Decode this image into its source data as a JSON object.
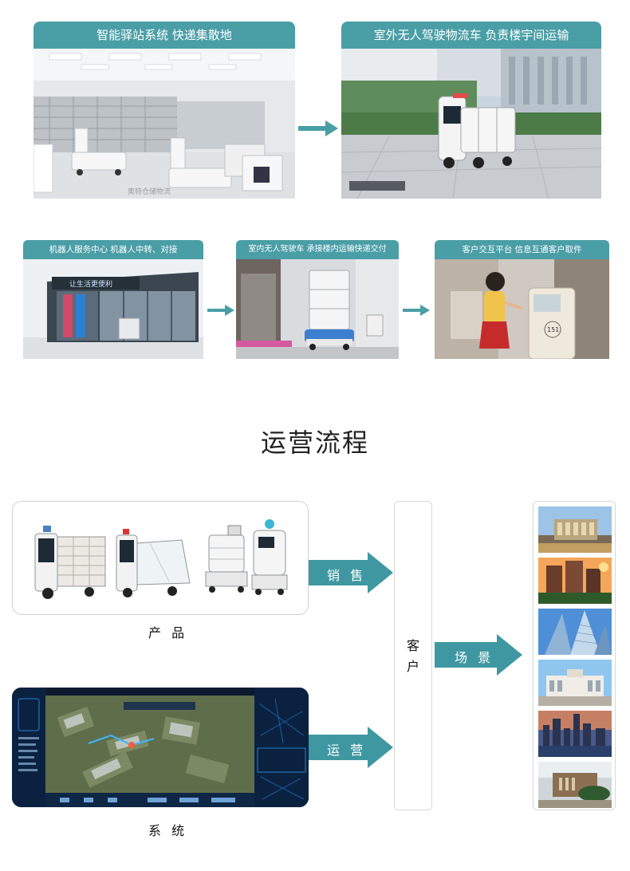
{
  "flow": {
    "step1": "智能驿站系统  快递集散地",
    "step2": "室外无人驾驶物流车  负责楼宇间运输",
    "step3": "机器人服务中心  机器人中转、对接",
    "step4": "室内无人驾驶车  承接楼内运输快递交付",
    "step5": "客户交互平台  信息互通客户取件",
    "station_sign": "让生活更便利",
    "locker_number": "151",
    "watermark": "奥特仓储物流"
  },
  "section": {
    "title": "运营流程"
  },
  "diagram": {
    "products_label": "产 品",
    "system_label": "系 统",
    "sales_label": "销 售",
    "ops_label": "运 营",
    "scene_label": "场 景",
    "customer_label": "客\n户"
  },
  "colors": {
    "teal": "#4a9ea6",
    "arrow": "#3f98a1"
  }
}
